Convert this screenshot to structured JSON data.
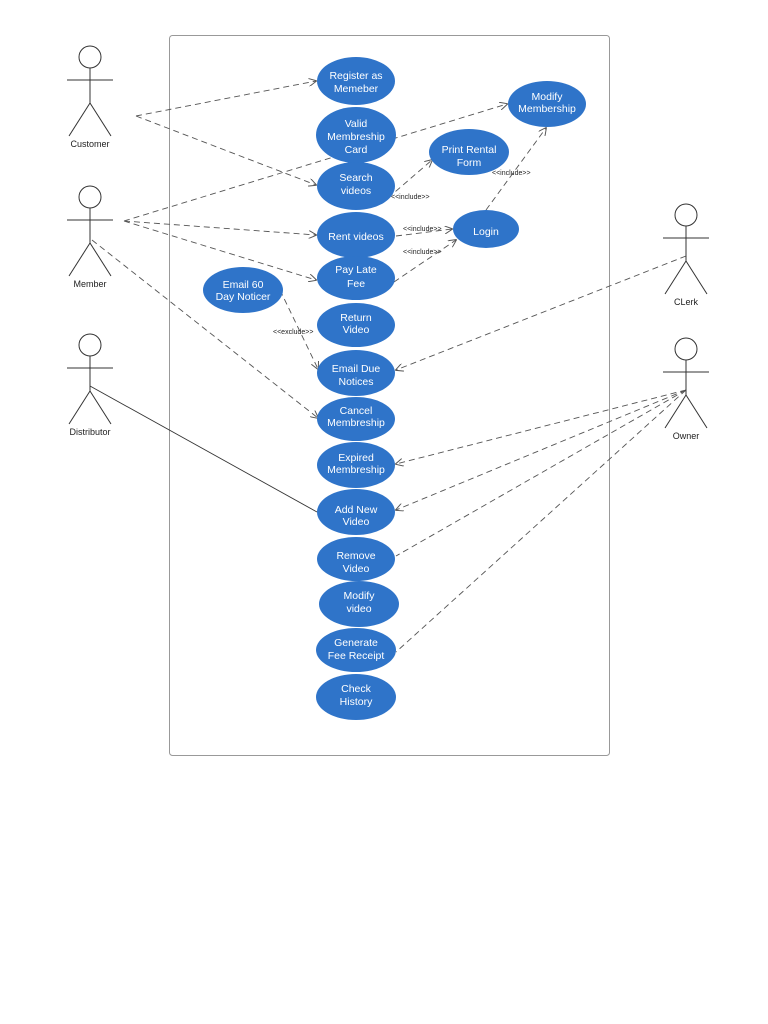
{
  "colors": {
    "usecase_fill": "#2f74c9",
    "usecase_text": "#ffffff",
    "line": "#555555",
    "boundary": "#999999"
  },
  "actors": {
    "customer": "Customer",
    "member": "Member",
    "distributor": "Distributor",
    "clerk": "CLerk",
    "owner": "Owner"
  },
  "usecases": {
    "register": [
      "Register as",
      "Memeber"
    ],
    "valid_card": [
      "Valid",
      "Membreship",
      "Card"
    ],
    "search": [
      "Search",
      "videos"
    ],
    "rent": [
      "Rent videos"
    ],
    "pay_late": [
      "Pay Late",
      "Fee"
    ],
    "return_video": [
      "Return",
      "Video"
    ],
    "email_due": [
      "Email Due",
      "Notices"
    ],
    "cancel": [
      "Cancel",
      "Membreship"
    ],
    "expired": [
      "Expired",
      "Membreship"
    ],
    "add_video": [
      "Add New",
      "Video"
    ],
    "remove_video": [
      "Remove",
      "Video"
    ],
    "modify_video": [
      "Modify",
      "video"
    ],
    "generate_receipt": [
      "Generate",
      "Fee Receipt"
    ],
    "check_history": [
      "Check",
      "History"
    ],
    "modify_membership": [
      "Modify",
      "Membership"
    ],
    "print_form": [
      "Print Rental",
      "Form"
    ],
    "login": [
      "Login"
    ],
    "email_60": [
      "Email 60",
      "Day Noticer"
    ]
  },
  "relations": {
    "include": "<<include>>",
    "exclude": "<<exclude>>"
  }
}
